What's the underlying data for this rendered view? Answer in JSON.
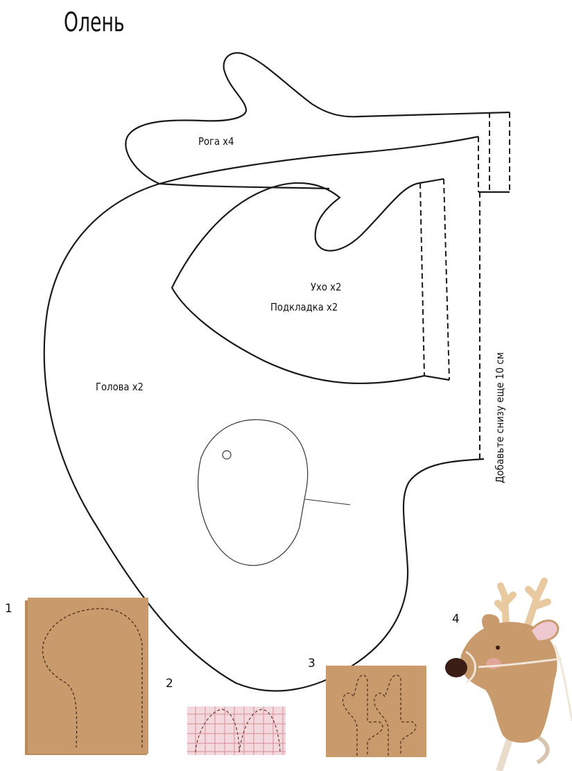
{
  "title": "Олень",
  "pieces": {
    "antler": {
      "label": "Рога x4"
    },
    "ear": {
      "label": "Ухо x2",
      "sublabel": "Подкладка x2"
    },
    "head": {
      "label": "Голова x2"
    }
  },
  "note": "Добавьте снизу еще 10 см",
  "steps": [
    "1",
    "2",
    "3",
    "4"
  ],
  "colors": {
    "line": "#1a1a1a",
    "felt": "#c89a6c",
    "felt_dark": "#b98a5c",
    "plaid_bg": "#f3d9dd",
    "plaid_line": "#d98a98",
    "antler_felt": "#e8c9a0",
    "nose": "#3a1e16",
    "cheek": "#e9a6a0"
  }
}
